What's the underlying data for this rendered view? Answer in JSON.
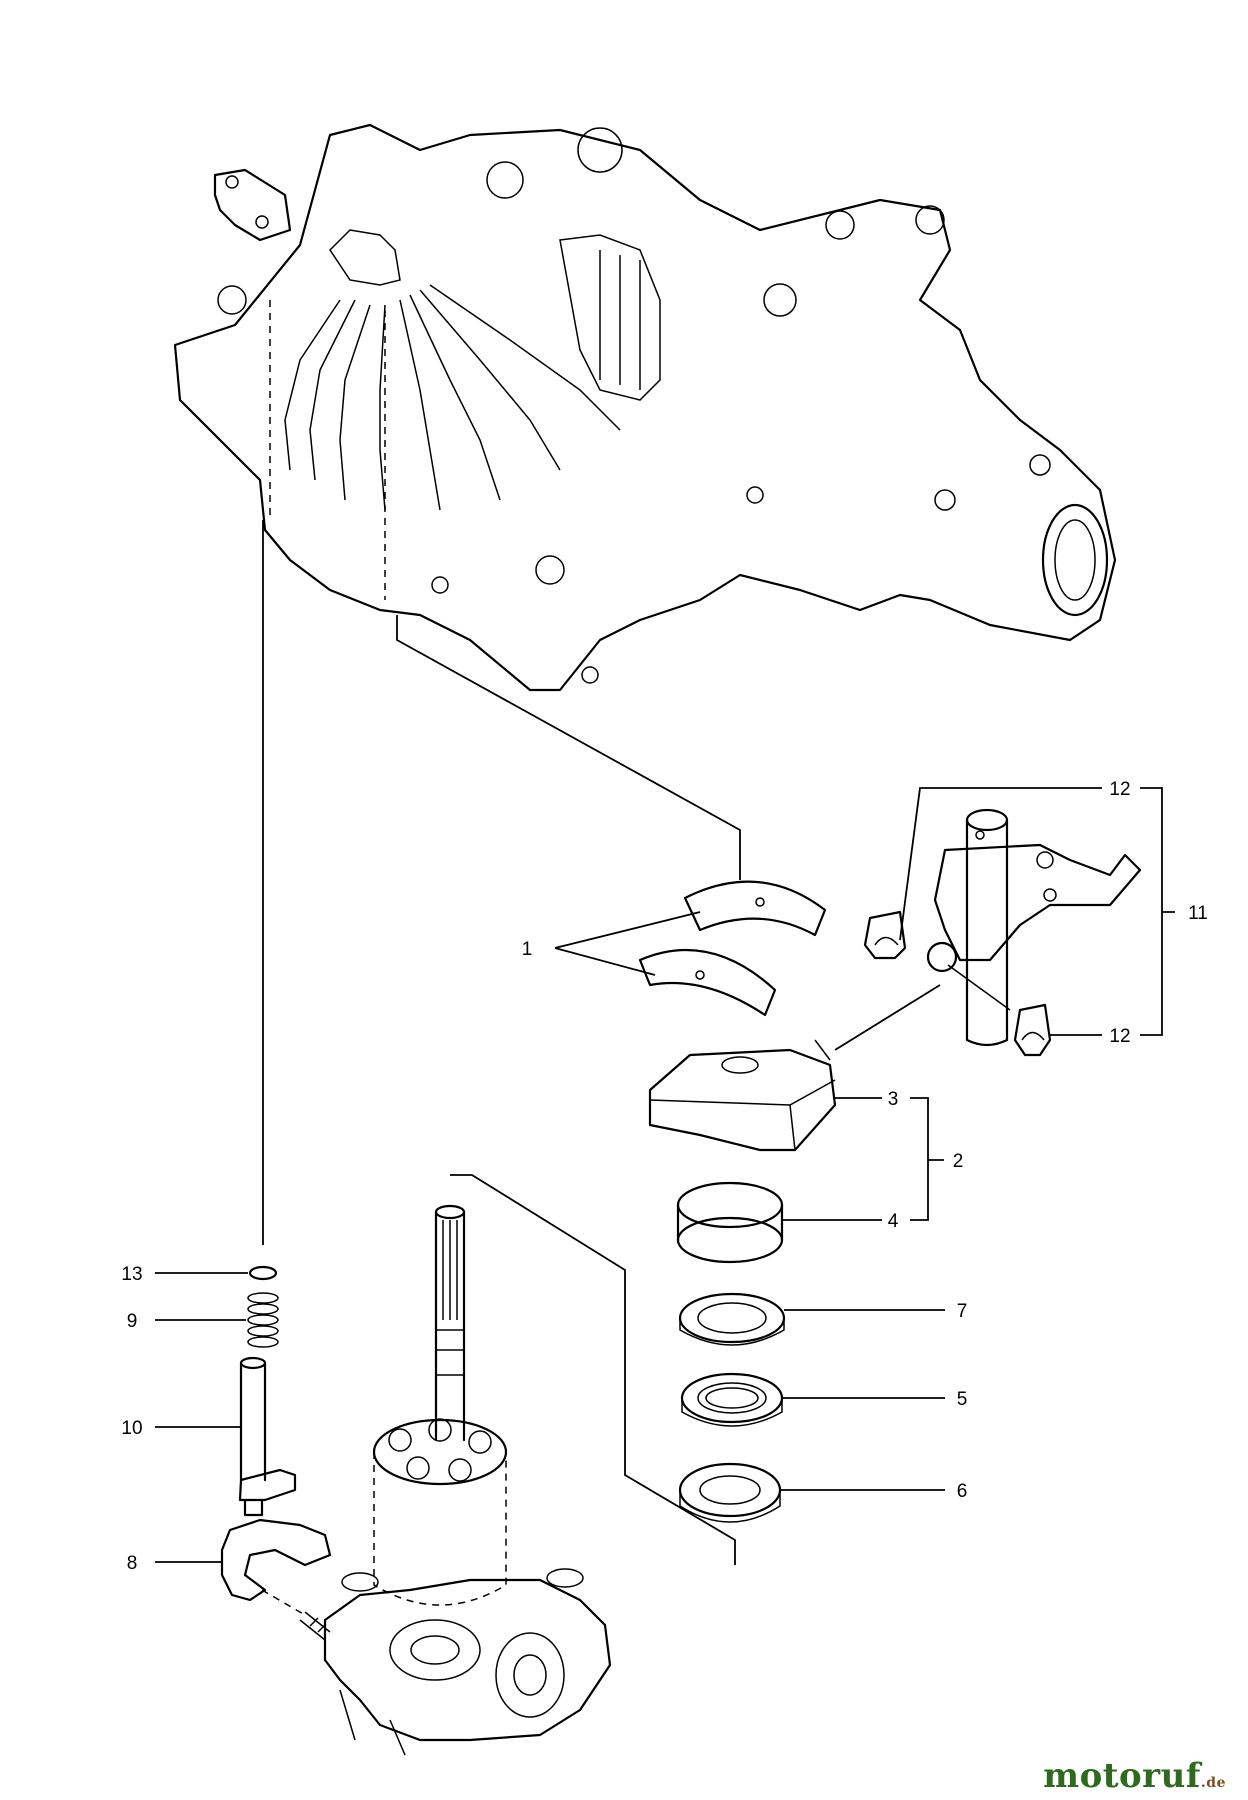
{
  "diagram": {
    "callouts": [
      {
        "id": "c1",
        "label": "1"
      },
      {
        "id": "c2",
        "label": "2"
      },
      {
        "id": "c3",
        "label": "3"
      },
      {
        "id": "c4",
        "label": "4"
      },
      {
        "id": "c5",
        "label": "5"
      },
      {
        "id": "c6",
        "label": "6"
      },
      {
        "id": "c7",
        "label": "7"
      },
      {
        "id": "c8",
        "label": "8"
      },
      {
        "id": "c9",
        "label": "9"
      },
      {
        "id": "c10",
        "label": "10"
      },
      {
        "id": "c11",
        "label": "11"
      },
      {
        "id": "c12a",
        "label": "12"
      },
      {
        "id": "c12b",
        "label": "12"
      },
      {
        "id": "c13",
        "label": "13"
      }
    ]
  },
  "watermark": {
    "brand": "motoruf",
    "suffix": ".de"
  }
}
